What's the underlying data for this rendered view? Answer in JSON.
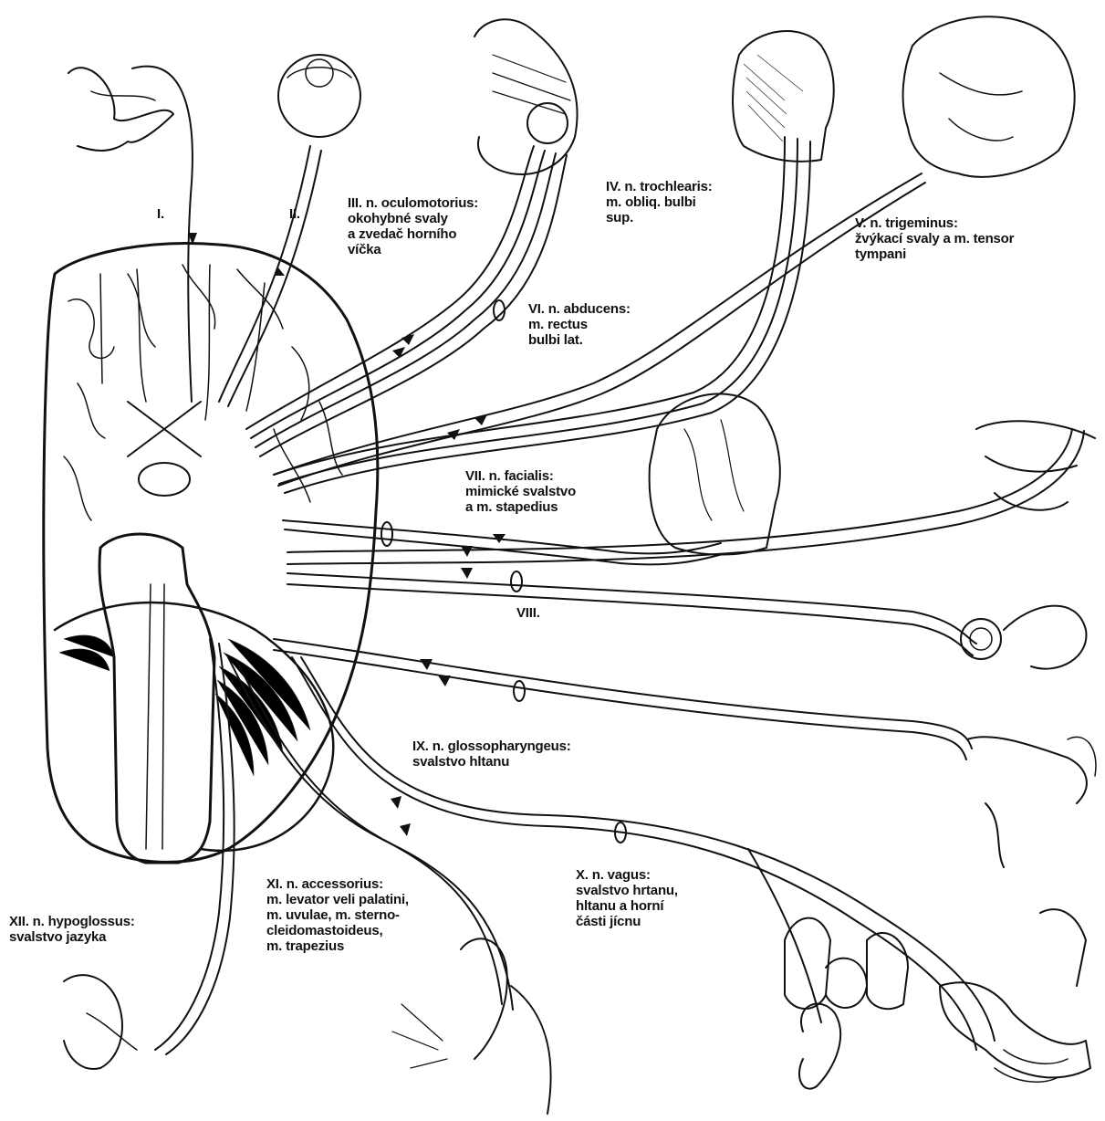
{
  "nerves": {
    "n1": {
      "label": "I."
    },
    "n2": {
      "label": "II."
    },
    "n3": {
      "lines": [
        "III. n. oculomotorius:",
        "okohybné svaly",
        "a zvedač horního",
        "víčka"
      ]
    },
    "n4": {
      "lines": [
        "IV. n. trochlearis:",
        "m. obliq. bulbi",
        "sup."
      ]
    },
    "n5": {
      "lines": [
        "V. n. trigeminus:",
        "žvýkací svaly a m. tensor",
        "tympani"
      ]
    },
    "n6": {
      "lines": [
        "VI. n. abducens:",
        "m. rectus",
        "bulbi lat."
      ]
    },
    "n7": {
      "lines": [
        "VII. n. facialis:",
        "mimické svalstvo",
        "a m. stapedius"
      ]
    },
    "n8": {
      "label": "VIII."
    },
    "n9": {
      "lines": [
        "IX. n. glossopharyngeus:",
        "svalstvo hltanu"
      ]
    },
    "n10": {
      "lines": [
        "X. n. vagus:",
        "svalstvo hrtanu,",
        "hltanu a horní",
        "části jícnu"
      ]
    },
    "n11": {
      "lines": [
        "XI. n. accessorius:",
        "m. levator veli palatini,",
        "m. uvulae, m. sterno-",
        "cleidomastoideus,",
        "m. trapezius"
      ]
    },
    "n12": {
      "lines": [
        "XII. n. hypoglossus:",
        "svalstvo jazyka"
      ]
    }
  },
  "colors": {
    "ink": "#111111",
    "background": "#ffffff"
  }
}
